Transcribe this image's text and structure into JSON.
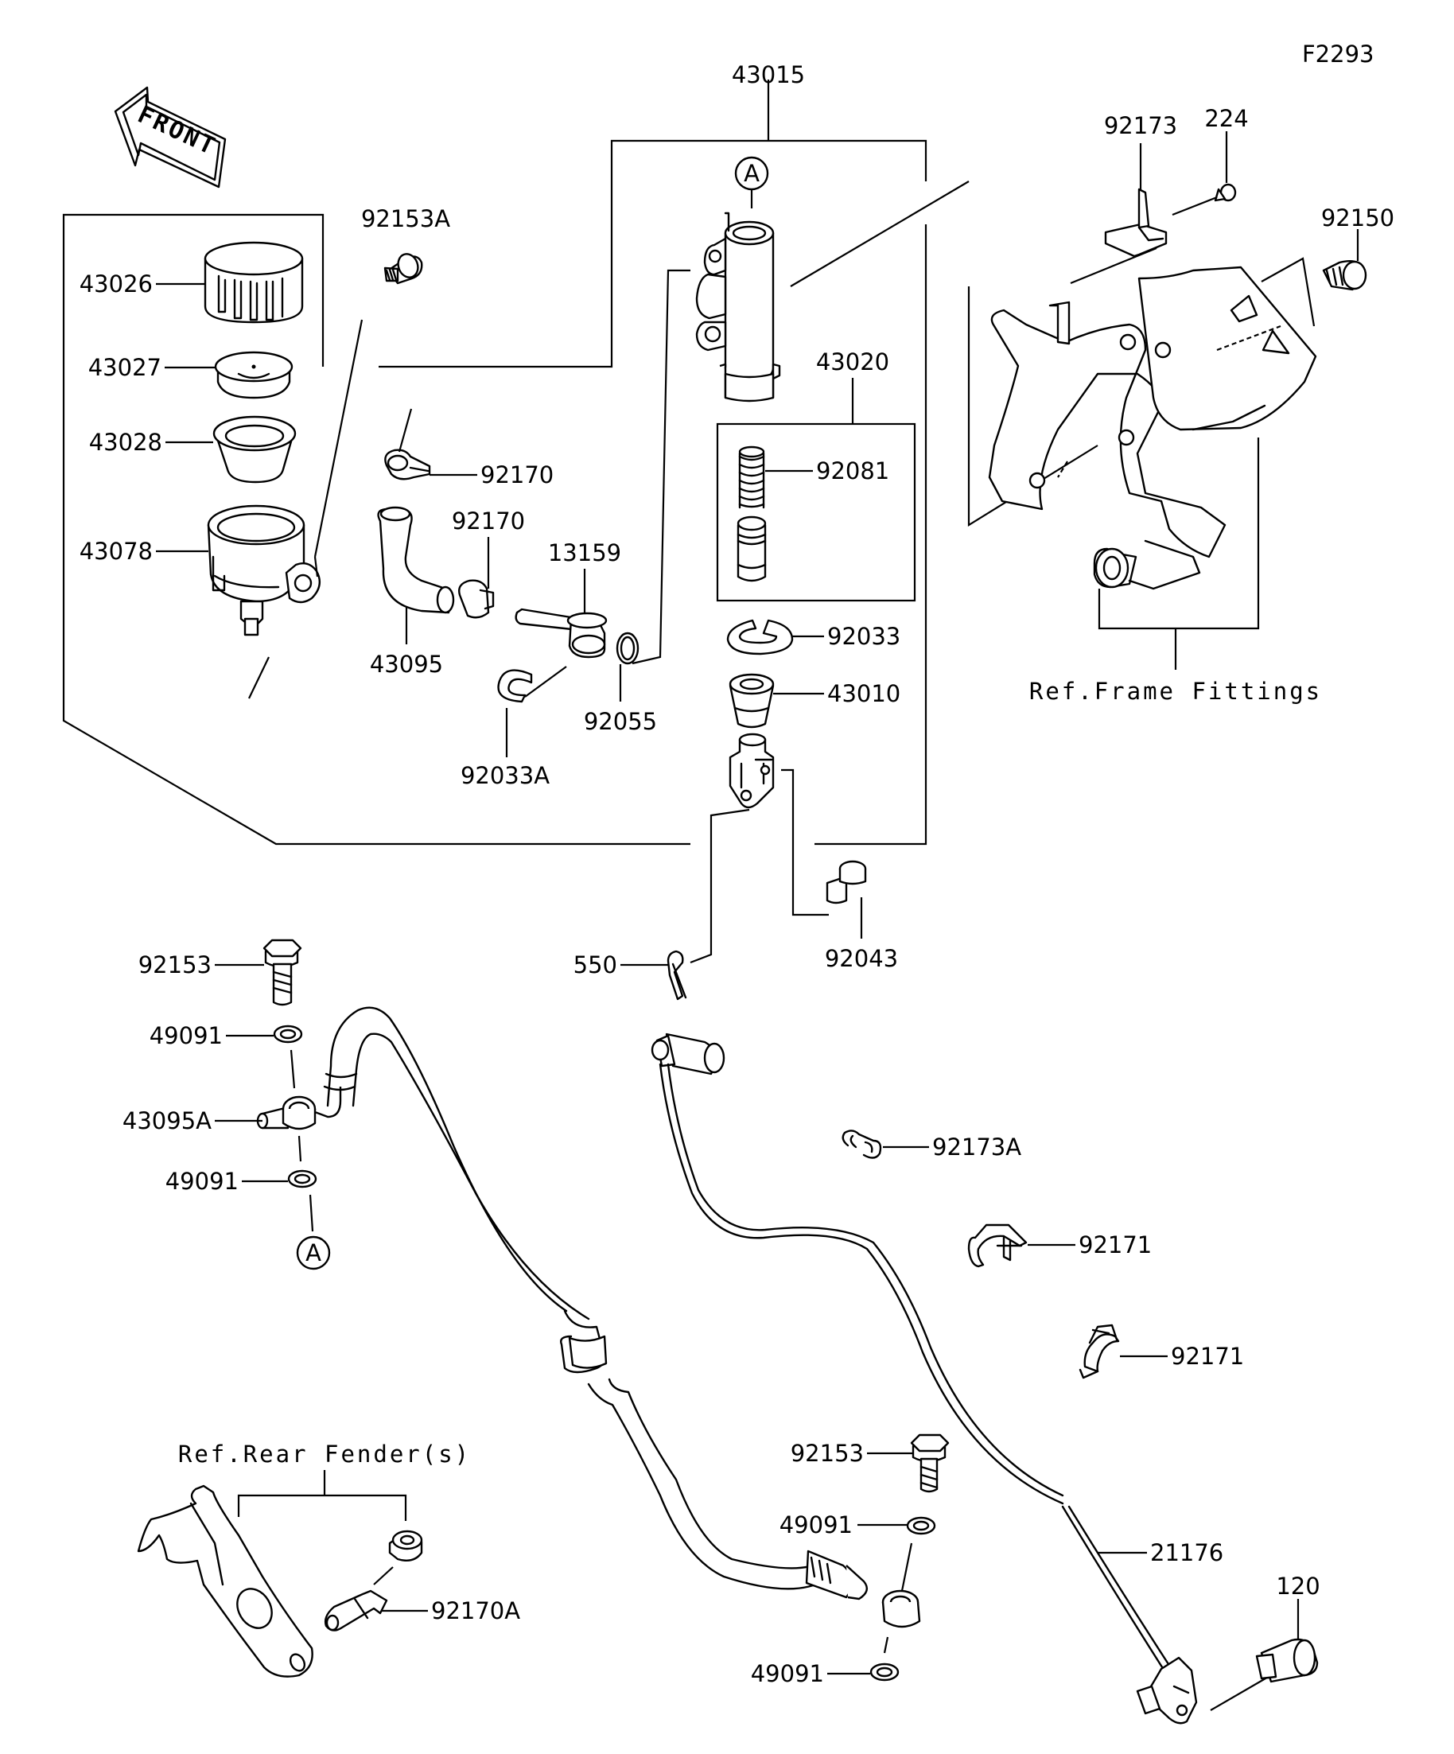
{
  "figure_code": "F2293",
  "front_arrow": "FRONT",
  "labels": {
    "p43015": "43015",
    "p43026": "43026",
    "p43027": "43027",
    "p43028": "43028",
    "p43078": "43078",
    "p92153A": "92153A",
    "p92170a": "92170",
    "p92170b": "92170",
    "p43095": "43095",
    "p13159": "13159",
    "p92055": "92055",
    "p92033A": "92033A",
    "p43020": "43020",
    "p92081": "92081",
    "p92033": "92033",
    "p43010": "43010",
    "p92043": "92043",
    "p550": "550",
    "p92173": "92173",
    "p224": "224",
    "p92150": "92150",
    "p92153a": "92153",
    "p49091a": "49091",
    "p43095A": "43095A",
    "p49091b": "49091",
    "p92173A": "92173A",
    "p92171a": "92171",
    "p92171b": "92171",
    "p92153b": "92153",
    "p49091c": "49091",
    "p21176": "21176",
    "p120": "120",
    "p92170A": "92170A",
    "p49091d": "49091"
  },
  "callouts": {
    "a_top": "A",
    "a_bottom": "A"
  },
  "refs": {
    "frame_fittings": "Ref.Frame Fittings",
    "rear_fender": "Ref.Rear Fender(s)"
  }
}
